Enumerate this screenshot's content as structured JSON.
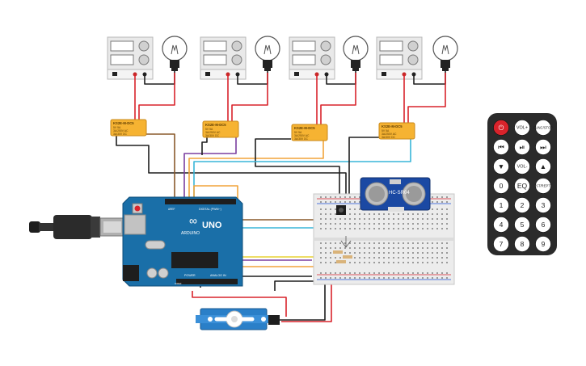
{
  "power_supplies": [
    {
      "id": "psu-1"
    },
    {
      "id": "psu-2"
    },
    {
      "id": "psu-3"
    },
    {
      "id": "psu-4"
    }
  ],
  "relays": [
    {
      "part": "KS2E-M-DC5",
      "spec1": "5V 5A",
      "spec2": "3A/250V AC",
      "spec3": "3A/30V DC"
    },
    {
      "part": "KS2E-M-DC5",
      "spec1": "5V 5A",
      "spec2": "3A/250V AC",
      "spec3": "3A/30V DC"
    },
    {
      "part": "KS2E-M-DC5",
      "spec1": "5V 5A",
      "spec2": "3A/250V AC",
      "spec3": "3A/30V DC"
    },
    {
      "part": "KS2E-M-DC5",
      "spec1": "5V 5A",
      "spec2": "3A/250V AC",
      "spec3": "3A/30V DC"
    }
  ],
  "arduino": {
    "logo": "∞",
    "brand": "ARDUINO",
    "model": "UNO",
    "digital_label": "DIGITAL (PWM~)",
    "power_label": "POWER",
    "analog_label": "ANALOG IN",
    "ioref": "IOREF",
    "aref": "AREF"
  },
  "ultrasonic": {
    "label": "HC-SR04"
  },
  "remote": {
    "buttons": [
      "⏻",
      "VOL+",
      "FUNC/STOP",
      "⏮",
      "⏯",
      "⏭",
      "▼",
      "VOL-",
      "▲",
      "0",
      "EQ",
      "ST/REPT",
      "1",
      "2",
      "3",
      "4",
      "5",
      "6",
      "7",
      "8",
      "9"
    ]
  },
  "colors": {
    "wire_red": "#d9232b",
    "wire_black": "#1e1e1e",
    "wire_purple": "#7b3fa0",
    "wire_orange": "#f2a43a",
    "wire_brown": "#8a5a2b",
    "wire_cyan": "#38b6d8",
    "wire_yellow": "#e8d233",
    "board_blue": "#1a6fa8",
    "relay_orange": "#f6b332",
    "remote_body": "#2b2b2b",
    "remote_power": "#d9232b"
  }
}
